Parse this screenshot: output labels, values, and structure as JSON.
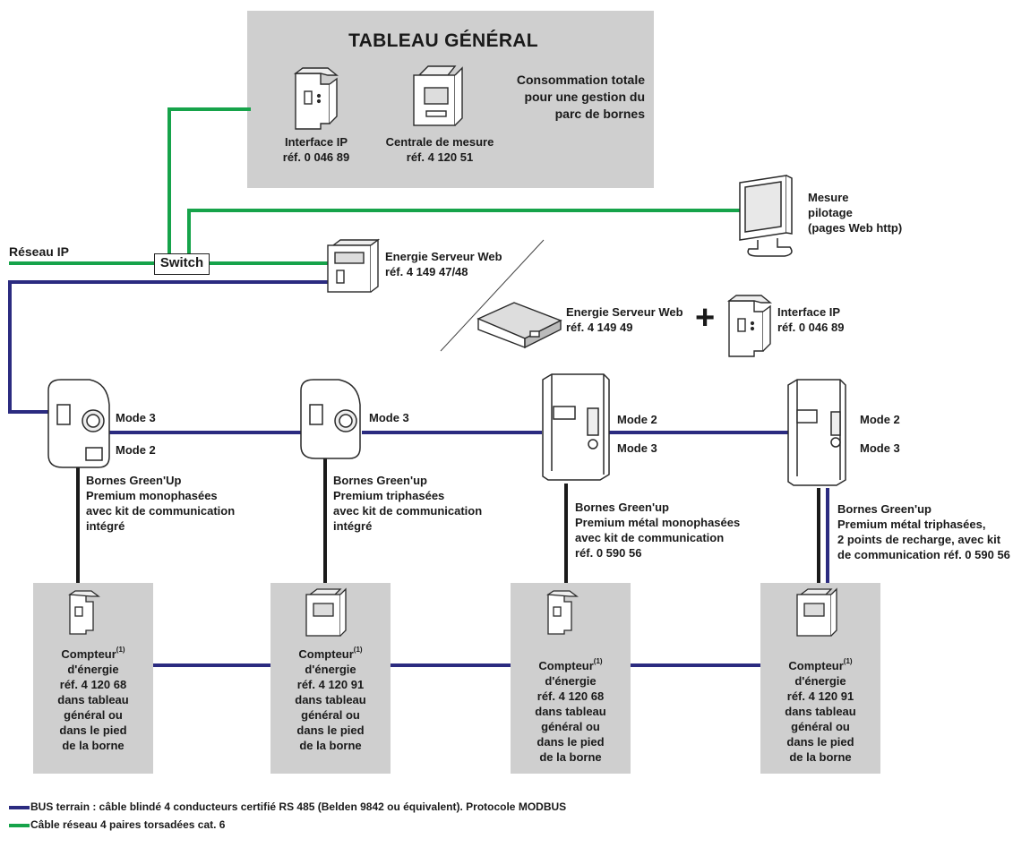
{
  "colors": {
    "bus": "#2b2b80",
    "network": "#16a34a",
    "box_gray": "#cfcfcf",
    "device_stroke": "#2a2a2a"
  },
  "tableau": {
    "title": "TABLEAU GÉNÉRAL",
    "consumption": [
      "Consommation totale",
      "pour une gestion du",
      "parc de bornes"
    ],
    "interface_ip": [
      "Interface IP",
      "réf. 0 046 89"
    ],
    "centrale": [
      "Centrale de mesure",
      "réf. 4 120 51"
    ]
  },
  "network": {
    "reseau_ip": "Réseau IP",
    "switch": "Switch",
    "monitor": [
      "Mesure",
      "pilotage",
      "(pages Web http)"
    ],
    "server1": [
      "Energie Serveur Web",
      "réf. 4 149 47/48"
    ],
    "server2": [
      "Energie Serveur Web",
      "réf. 4 149 49"
    ],
    "plus": "+",
    "interface_ip2": [
      "Interface IP",
      "réf. 0 046 89"
    ]
  },
  "bornes": [
    {
      "mode_a": "Mode 3",
      "mode_b": "Mode 2",
      "desc": [
        "Bornes Green'Up",
        "Premium monophasées",
        "avec kit de communication",
        "intégré"
      ]
    },
    {
      "mode_a": "Mode 3",
      "mode_b": "",
      "desc": [
        "Bornes Green'up",
        "Premium triphasées",
        "avec kit de communication",
        "intégré"
      ]
    },
    {
      "mode_a": "Mode 2",
      "mode_b": "Mode 3",
      "desc": [
        "Bornes Green'up",
        "Premium métal monophasées",
        "avec kit de communication",
        "réf. 0 590 56"
      ]
    },
    {
      "mode_a": "Mode 2",
      "mode_b": "Mode 3",
      "desc": [
        "Bornes Green'up",
        "Premium métal triphasées,",
        "2 points de recharge, avec kit",
        "de communication réf. 0 590 56"
      ]
    }
  ],
  "compteurs": [
    {
      "title": "Compteur",
      "sup": "(1)",
      "lines": [
        "d'énergie",
        "réf. 4 120 68",
        "dans tableau",
        "général ou",
        "dans le pied",
        "de la borne"
      ]
    },
    {
      "title": "Compteur",
      "sup": "(1)",
      "lines": [
        "d'énergie",
        "réf. 4 120 91",
        "dans tableau",
        "général ou",
        "dans le pied",
        "de la borne"
      ]
    },
    {
      "title": "Compteur",
      "sup": "(1)",
      "lines": [
        "d'énergie",
        "réf. 4 120 68",
        "dans tableau",
        "général ou",
        "dans le pied",
        "de la borne"
      ]
    },
    {
      "title": "Compteur",
      "sup": "(1)",
      "lines": [
        "d'énergie",
        "réf. 4 120 91",
        "dans tableau",
        "général ou",
        "dans le pied",
        "de la borne"
      ]
    }
  ],
  "legend": {
    "bus": "BUS terrain : câble blindé 4 conducteurs certifié RS 485 (Belden 9842 ou équivalent). Protocole MODBUS",
    "network": "Câble réseau 4 paires torsadées cat. 6"
  }
}
